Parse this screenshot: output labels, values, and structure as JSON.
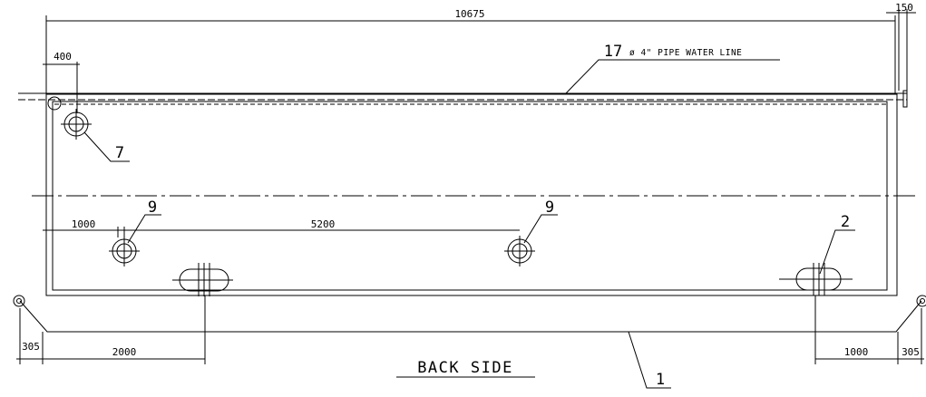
{
  "drawing": {
    "title": "BACK SIDE",
    "dimensions": {
      "overall_length": "10675",
      "end_offset": "150",
      "left_offset": "400",
      "left_to_first": "1000",
      "between_nines": "5200",
      "left_end_overhang": "305",
      "right_end_overhang": "305",
      "left_slot": "2000",
      "right_slot": "1000"
    },
    "callouts": {
      "water_line_number": "17",
      "water_line_text": "ø 4\" PIPE WATER LINE",
      "item_7": "7",
      "item_9_left": "9",
      "item_9_right": "9",
      "item_2": "2",
      "item_1": "1"
    }
  }
}
